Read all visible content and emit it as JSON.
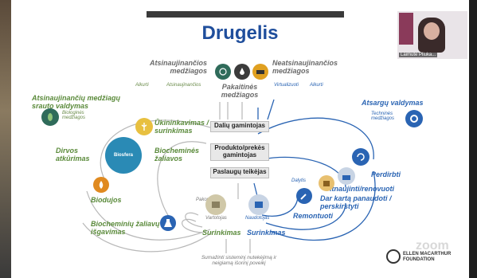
{
  "slide": {
    "title": "Drugelis",
    "top_left": {
      "renewables": "Atsinaujinančios medžiagos",
      "non_renewables": "Neatsinaujinančios medžiagos",
      "alkurti_left": "Alkurti",
      "atsinaujinancios_small": "Atsinaujinančios",
      "virtualizuoti": "Virtualizuoti",
      "alkurti_right": "Alkurti",
      "pakaitines": "Pakaitinės medžiagos"
    },
    "left_cycle": {
      "flow_management": "Atsinaujinančių medžiagų srauto valdymas",
      "biological_materials": "Biologinės medžiagos",
      "farming": "Ūkininkavimas / surinkimas",
      "soil_restoration": "Dirvos atkūrimas",
      "biosfera": "Biosfera",
      "biochemical_raw": "Biocheminės žaliavos",
      "biogas": "Biodujos",
      "biochemical_extraction": "Biocheminių žaliavų išgavimas",
      "cascades": "Pakopos",
      "consumer": "Vartotojas",
      "collection_left": "Surinkimas"
    },
    "center": {
      "parts_manufacturer": "Dalių gamintojas",
      "product_manufacturer": "Produkto/prekės gamintojas",
      "service_provider": "Paslaugų teikėjas",
      "user": "Naudotojas",
      "collection_right": "Surinkimas",
      "bottom_note": "Sumažinti sisteminį nutekėjimą ir neigiamą išorinį poveikį"
    },
    "right_cycle": {
      "stock_management": "Atsargų valdymas",
      "technical_materials": "Techninės medžiagos",
      "recycle": "Perdirbti",
      "refurbish": "Atnaujinti/renovuoti",
      "reuse": "Dar kartą panaudoti / perskirstyti",
      "maintain": "Remontuoti",
      "share": "Dalytis"
    },
    "logo": {
      "line1": "ELLEN MACARTHUR",
      "line2": "FOUNDATION"
    },
    "watermark": "zoom"
  },
  "webcam": {
    "participant_name": "Laimute Pliuka..."
  },
  "colors": {
    "title_blue": "#1f4e9c",
    "bio_green": "#5a8a3a",
    "tech_blue": "#2a64b3"
  }
}
